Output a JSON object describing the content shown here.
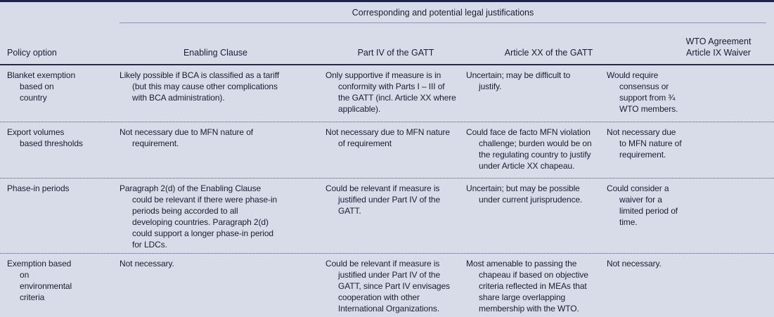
{
  "colors": {
    "background": "#d8dce9",
    "rule_dark": "#1d2342",
    "rule_gray": "#8f94a8",
    "text": "#1a1d30"
  },
  "table": {
    "spanner_header": "Corresponding and potential legal justifications",
    "columns": [
      "Policy option",
      "Enabling Clause",
      "Part IV of the GATT",
      "Article XX of the GATT",
      "WTO Agreement\nArticle IX Waiver"
    ],
    "rows": [
      {
        "cells": [
          "Blanket exemption\nbased on\ncountry",
          "Likely possible if BCA is classified as a tariff\n(but this may cause other complications\nwith BCA administration).",
          "Only supportive if measure is in\nconformity with Parts I – III of\nthe GATT (incl. Article XX where\napplicable).",
          "Uncertain; may be difficult to\njustify.",
          "Would require\nconsensus or\nsupport from ¾\nWTO members."
        ]
      },
      {
        "cells": [
          "Export volumes\nbased thresholds",
          "Not necessary due to MFN nature of\nrequirement.",
          "Not necessary due to MFN nature\nof requirement",
          "Could face de facto MFN violation\nchallenge; burden would be on\nthe regulating country to justify\nunder Article XX chapeau.",
          "Not necessary due\nto MFN nature of\nrequirement."
        ]
      },
      {
        "cells": [
          "Phase-in periods",
          "Paragraph 2(d) of the Enabling Clause\ncould be relevant if there were phase-in\nperiods being accorded to all\ndeveloping countries. Paragraph 2(d)\ncould support a longer phase-in period\nfor LDCs.",
          "Could be relevant if measure is\njustified under Part IV of the\nGATT.",
          "Uncertain; but may be possible\nunder current jurisprudence.",
          "Could consider a\nwaiver for a\nlimited period of\ntime."
        ]
      },
      {
        "cells": [
          "Exemption based\non\nenvironmental\ncriteria",
          "Not necessary.",
          "Could be relevant if measure is\njustified under Part IV of the\nGATT, since Part IV envisages\ncooperation with other\nInternational Organizations.",
          "Most amenable to passing the\nchapeau if based on objective\ncriteria reflected in MEAs that\nshare large overlapping\nmembership with the WTO.",
          "Not necessary."
        ]
      }
    ]
  }
}
